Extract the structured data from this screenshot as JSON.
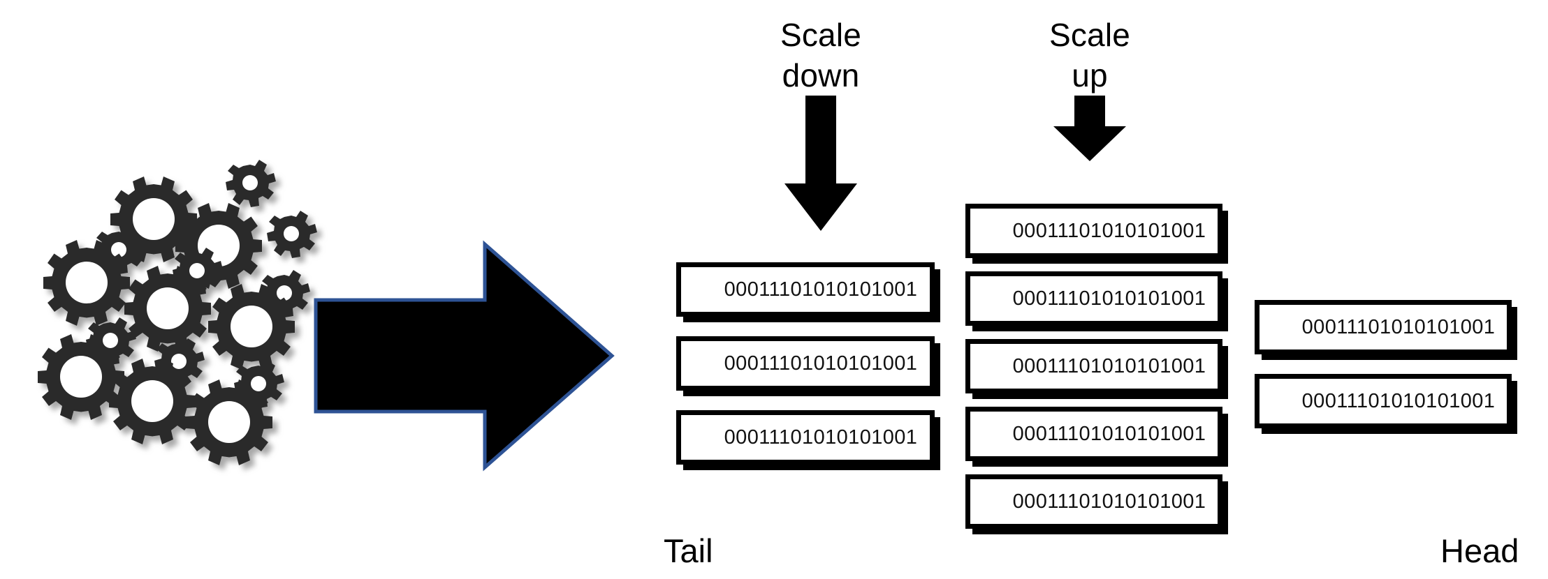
{
  "diagram": {
    "title": "Packet scaling pipeline from gears to head queue",
    "background_color": "#ffffff",
    "gear_color": "#2b2b2b",
    "arrow_fill": "#000000",
    "arrow_outline": "#2e5395",
    "packet_border_color": "#000000",
    "text_color": "#000000"
  },
  "source": {
    "name": "gear-cluster",
    "description": "cluster of mechanical gears representing the workload source",
    "large_gear_count": 7,
    "small_gear_count": 7
  },
  "flow_arrow": {
    "name": "flow-arrow",
    "direction": "right"
  },
  "scale_down": {
    "label": "Scale\ndown",
    "label_line_1": "Scale",
    "label_line_2": "down",
    "arrow_direction": "down"
  },
  "scale_up": {
    "label": "Scale\nup",
    "label_line_1": "Scale",
    "label_line_2": "up",
    "arrow_direction": "down"
  },
  "columns": [
    {
      "id": "tail",
      "end_label": "Tail",
      "packets": [
        {
          "value": "00011101010101001"
        },
        {
          "value": "00011101010101001"
        },
        {
          "value": "00011101010101001"
        }
      ]
    },
    {
      "id": "middle",
      "end_label": "",
      "packets": [
        {
          "value": "00011101010101001"
        },
        {
          "value": "00011101010101001"
        },
        {
          "value": "00011101010101001"
        },
        {
          "value": "00011101010101001"
        },
        {
          "value": "00011101010101001"
        }
      ]
    },
    {
      "id": "head",
      "end_label": "Head",
      "packets": [
        {
          "value": "00011101010101001"
        },
        {
          "value": "00011101010101001"
        }
      ]
    }
  ],
  "labels": {
    "tail": "Tail",
    "head": "Head"
  }
}
